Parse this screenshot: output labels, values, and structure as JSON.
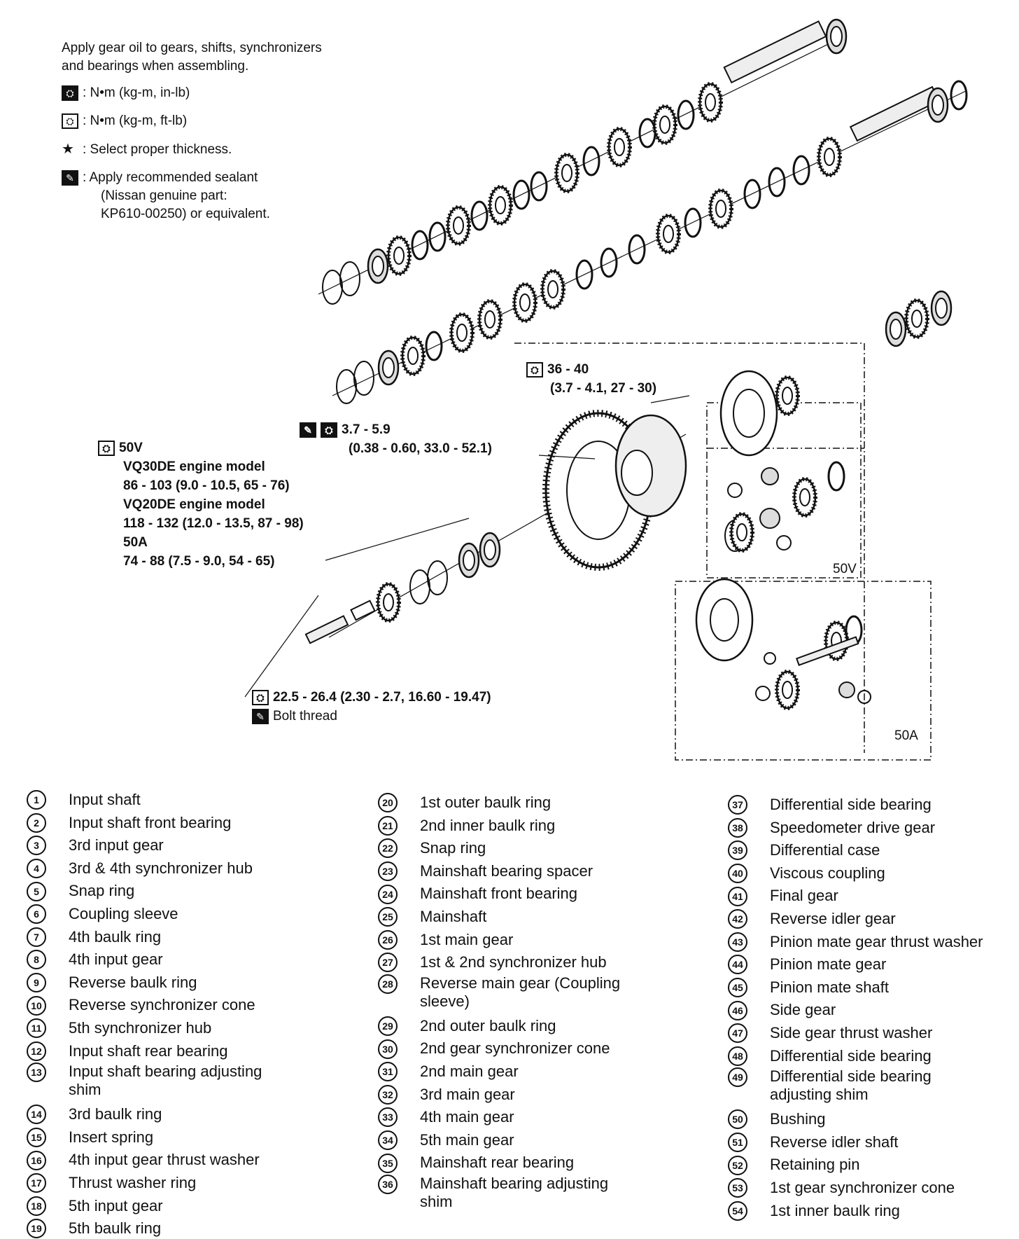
{
  "notes": {
    "line1": "Apply gear oil to gears, shifts, synchronizers",
    "line2": "and bearings when assembling.",
    "nm_kgm_inlb": ": N•m (kg-m, in-lb)",
    "nm_kgm_ftlb": ": N•m (kg-m, ft-lb)",
    "select_thickness": ": Select proper thickness.",
    "sealant_1": ": Apply recommended sealant",
    "sealant_2": "(Nissan genuine part:",
    "sealant_3": "KP610-00250) or equivalent."
  },
  "specs": {
    "s1_a": "36 - 40",
    "s1_b": "(3.7 - 4.1, 27 - 30)",
    "s2_a": "3.7 - 5.9",
    "s2_b": "(0.38 - 0.60, 33.0 - 52.1)",
    "s3_head": "50V",
    "s3_l1": "VQ30DE engine model",
    "s3_l2": "86 - 103 (9.0 - 10.5, 65 - 76)",
    "s3_l3": "VQ20DE engine model",
    "s3_l4": "118 - 132 (12.0 - 13.5, 87 - 98)",
    "s3_l5": "50A",
    "s3_l6": "74 - 88 (7.5 - 9.0, 54 - 65)",
    "s4_a": "22.5 - 26.4 (2.30 - 2.7, 16.60 - 19.47)",
    "s4_b": "Bolt thread",
    "tag_50v": "50V",
    "tag_50a": "50A"
  },
  "legend": {
    "col1": [
      {
        "n": "1",
        "t": "Input shaft"
      },
      {
        "n": "2",
        "t": "Input shaft front bearing"
      },
      {
        "n": "3",
        "t": "3rd input gear"
      },
      {
        "n": "4",
        "t": "3rd & 4th synchronizer hub"
      },
      {
        "n": "5",
        "t": "Snap ring"
      },
      {
        "n": "6",
        "t": "Coupling sleeve"
      },
      {
        "n": "7",
        "t": "4th baulk ring"
      },
      {
        "n": "8",
        "t": "4th input gear"
      },
      {
        "n": "9",
        "t": "Reverse baulk ring"
      },
      {
        "n": "10",
        "t": "Reverse synchronizer cone"
      },
      {
        "n": "11",
        "t": "5th synchronizer hub"
      },
      {
        "n": "12",
        "t": "Input shaft rear bearing"
      },
      {
        "n": "13",
        "t": "Input shaft bearing adjusting shim"
      },
      {
        "n": "14",
        "t": "3rd baulk ring"
      },
      {
        "n": "15",
        "t": "Insert spring"
      },
      {
        "n": "16",
        "t": "4th input gear thrust washer"
      },
      {
        "n": "17",
        "t": "Thrust washer ring"
      },
      {
        "n": "18",
        "t": "5th input gear"
      },
      {
        "n": "19",
        "t": "5th baulk ring"
      }
    ],
    "col2": [
      {
        "n": "20",
        "t": "1st outer baulk ring"
      },
      {
        "n": "21",
        "t": "2nd inner baulk ring"
      },
      {
        "n": "22",
        "t": "Snap ring"
      },
      {
        "n": "23",
        "t": "Mainshaft bearing spacer"
      },
      {
        "n": "24",
        "t": "Mainshaft front bearing"
      },
      {
        "n": "25",
        "t": "Mainshaft"
      },
      {
        "n": "26",
        "t": "1st main gear"
      },
      {
        "n": "27",
        "t": "1st & 2nd synchronizer hub"
      },
      {
        "n": "28",
        "t": "Reverse main gear (Coupling sleeve)"
      },
      {
        "n": "29",
        "t": "2nd outer baulk ring"
      },
      {
        "n": "30",
        "t": "2nd gear synchronizer cone"
      },
      {
        "n": "31",
        "t": "2nd main gear"
      },
      {
        "n": "32",
        "t": "3rd main gear"
      },
      {
        "n": "33",
        "t": "4th main gear"
      },
      {
        "n": "34",
        "t": "5th main gear"
      },
      {
        "n": "35",
        "t": "Mainshaft rear bearing"
      },
      {
        "n": "36",
        "t": "Mainshaft bearing adjusting shim"
      }
    ],
    "col3": [
      {
        "n": "37",
        "t": "Differential side bearing"
      },
      {
        "n": "38",
        "t": "Speedometer drive gear"
      },
      {
        "n": "39",
        "t": "Differential case"
      },
      {
        "n": "40",
        "t": "Viscous coupling"
      },
      {
        "n": "41",
        "t": "Final gear"
      },
      {
        "n": "42",
        "t": "Reverse idler gear"
      },
      {
        "n": "43",
        "t": "Pinion mate gear thrust washer"
      },
      {
        "n": "44",
        "t": "Pinion mate gear"
      },
      {
        "n": "45",
        "t": "Pinion mate shaft"
      },
      {
        "n": "46",
        "t": "Side gear"
      },
      {
        "n": "47",
        "t": "Side gear thrust washer"
      },
      {
        "n": "48",
        "t": "Differential side bearing"
      },
      {
        "n": "49",
        "t": "Differential side bearing adjusting shim"
      },
      {
        "n": "50",
        "t": "Bushing"
      },
      {
        "n": "51",
        "t": "Reverse idler shaft"
      },
      {
        "n": "52",
        "t": "Retaining pin"
      },
      {
        "n": "53",
        "t": "1st gear synchronizer cone"
      },
      {
        "n": "54",
        "t": "1st inner baulk ring"
      }
    ]
  }
}
